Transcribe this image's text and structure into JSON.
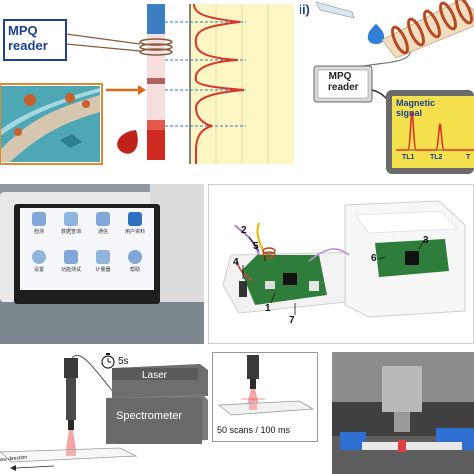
{
  "top_left": {
    "reader_label_line1": "MPQ",
    "reader_label_line2": "reader"
  },
  "top_right": {
    "panel_label": "(ii)",
    "reader_label_line1": "MPQ",
    "reader_label_line2": "reader",
    "screen_title_line1": "Magnetic",
    "screen_title_line2": "signal",
    "peak_labels": [
      "TL1",
      "TL2",
      "T"
    ]
  },
  "mid_left": {
    "app_labels": [
      "检测",
      "数据查询",
      "通信",
      "用户资料",
      "设置",
      "功能测试",
      "计量器",
      "帮助"
    ]
  },
  "mid_right": {
    "callouts": [
      "2",
      "5",
      "4",
      "3",
      "6",
      "1",
      "7"
    ]
  },
  "bot_left": {
    "timer_label": "5s",
    "laser_label": "Laser",
    "spectrometer_label": "Spectrometer",
    "flow_label": "flow direction"
  },
  "bot_mid": {
    "scan_label": "50 scans / 100 ms"
  },
  "colors": {
    "reader_blue": "#1c3f94",
    "signal_red": "#d6362b",
    "plot_bg": "#fbf6c4",
    "screen_yellow": "#f4e04d"
  }
}
